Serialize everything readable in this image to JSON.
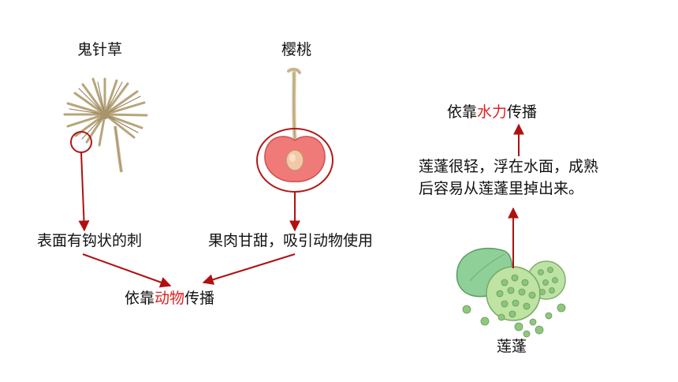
{
  "plants": {
    "bidens": {
      "name": "鬼针草"
    },
    "cherry": {
      "name": "樱桃"
    },
    "lotus": {
      "name": "莲蓬"
    }
  },
  "features": {
    "bidens": "表面有钩状的刺",
    "cherry": "果肉甘甜，吸引动物使用",
    "lotus_line1": "莲蓬很轻，浮在水面，成熟",
    "lotus_line2": "后容易从莲蓬里掉出来。"
  },
  "conclusions": {
    "animal": {
      "prefix": "依靠",
      "highlight": "动物",
      "suffix": "传播"
    },
    "water": {
      "prefix": "依靠",
      "highlight": "水力",
      "suffix": "传播"
    }
  },
  "colors": {
    "arrow": "#b01010",
    "highlight": "#e02020",
    "circle": "#b01818"
  }
}
